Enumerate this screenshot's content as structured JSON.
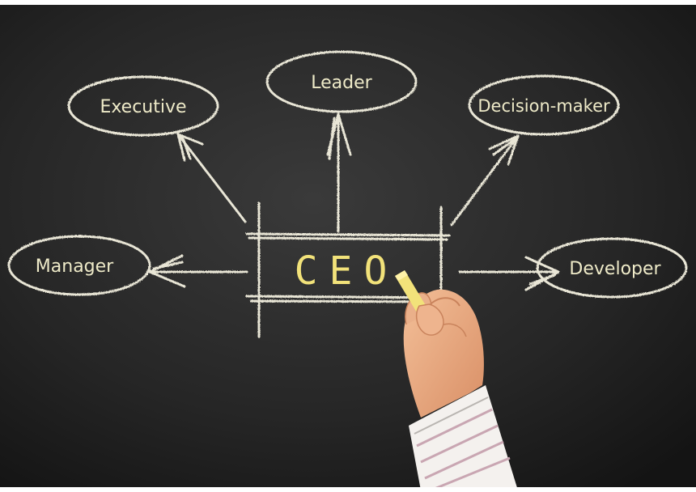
{
  "diagram": {
    "center_label": "CEO",
    "roles": [
      {
        "id": "executive",
        "label": "Executive"
      },
      {
        "id": "leader",
        "label": "Leader"
      },
      {
        "id": "decision-maker",
        "label": "Decision-maker"
      },
      {
        "id": "manager",
        "label": "Manager"
      },
      {
        "id": "developer",
        "label": "Developer"
      }
    ]
  },
  "colors": {
    "chalkboard": "#1c1c1c",
    "chalk": "#e9e6d6",
    "chalk_yellow": "#f2e27a",
    "skin": "#e9a77f",
    "shirt": "#f4f1ee",
    "shirt_stripe": "#c9a6b2"
  }
}
